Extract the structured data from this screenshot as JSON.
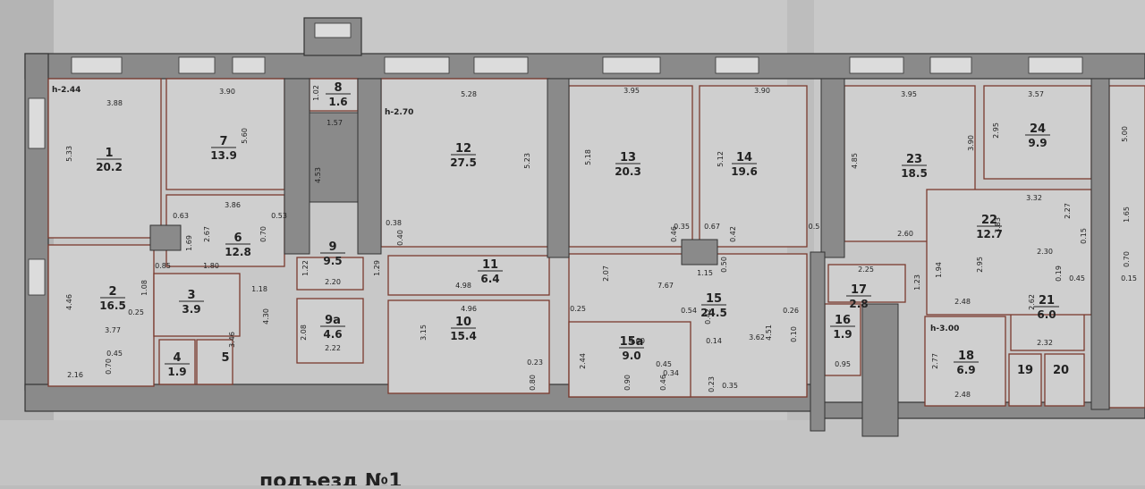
{
  "plan": {
    "heights": [
      "h-2.44",
      "h-2.70",
      "h-3.00"
    ],
    "footer_caption": "подъезд №1",
    "colors": {
      "paper": "#d0d0d0",
      "room_fill": "#cfcfcf",
      "wall": "#7d7d7d",
      "wall_outline": "#3a3a3a",
      "border_line": "#8a4a3a",
      "text": "#222222"
    },
    "rooms": [
      {
        "num": "1",
        "area": "20.2"
      },
      {
        "num": "2",
        "area": "16.5"
      },
      {
        "num": "3",
        "area": "3.9"
      },
      {
        "num": "4",
        "area": "1.9"
      },
      {
        "num": "5",
        "area": ""
      },
      {
        "num": "6",
        "area": "12.8"
      },
      {
        "num": "7",
        "area": "13.9"
      },
      {
        "num": "8",
        "area": "1.6"
      },
      {
        "num": "9",
        "area": "9.5"
      },
      {
        "num": "9a",
        "area": "4.6"
      },
      {
        "num": "10",
        "area": "15.4"
      },
      {
        "num": "11",
        "area": "6.4"
      },
      {
        "num": "12",
        "area": "27.5"
      },
      {
        "num": "13",
        "area": "20.3"
      },
      {
        "num": "14",
        "area": "19.6"
      },
      {
        "num": "15",
        "area": "24.5"
      },
      {
        "num": "15a",
        "area": "9.0"
      },
      {
        "num": "16",
        "area": "1.9"
      },
      {
        "num": "17",
        "area": "2.8"
      },
      {
        "num": "18",
        "area": "6.9"
      },
      {
        "num": "19",
        "area": ""
      },
      {
        "num": "20",
        "area": ""
      },
      {
        "num": "21",
        "area": "6.0"
      },
      {
        "num": "22",
        "area": "12.7"
      },
      {
        "num": "23",
        "area": "18.5"
      },
      {
        "num": "24",
        "area": "9.9"
      }
    ],
    "dimensions": [
      "3.88",
      "5.33",
      "3.90",
      "5.60",
      "0.63",
      "3.86",
      "0.53",
      "2.67",
      "1.69",
      "0.70",
      "0.85",
      "1.80",
      "1.08",
      "1.18",
      "4.46",
      "3.77",
      "0.25",
      "3.46",
      "4.30",
      "2.16",
      "0.45",
      "0.70",
      "1.02",
      "1.57",
      "4.53",
      "1.22",
      "2.20",
      "1.29",
      "2.08",
      "2.22",
      "5.28",
      "5.23",
      "0.38",
      "0.40",
      "4.98",
      "4.96",
      "3.15",
      "0.23",
      "0.80",
      "3.95",
      "5.18",
      "3.90",
      "5.12",
      "0.35",
      "0.67",
      "0.42",
      "0.46",
      "0.50",
      "0.5",
      "2.07",
      "7.67",
      "1.15",
      "0.25",
      "0.54",
      "0.42",
      "0.14",
      "2.44",
      "4.00",
      "0.45",
      "0.34",
      "0.90",
      "0.46",
      "0.23",
      "0.35",
      "3.62",
      "4.51",
      "0.26",
      "0.10",
      "2.25",
      "1.23",
      "0.95",
      "3.95",
      "4.85",
      "3.90",
      "2.60",
      "3.57",
      "2.95",
      "3.32",
      "3.83",
      "2.27",
      "2.30",
      "0.15",
      "1.94",
      "2.95",
      "0.19",
      "0.45",
      "2.48",
      "2.62",
      "2.32",
      "2.77",
      "2.48",
      "5.00",
      "1.65",
      "0.70",
      "0.15"
    ]
  }
}
